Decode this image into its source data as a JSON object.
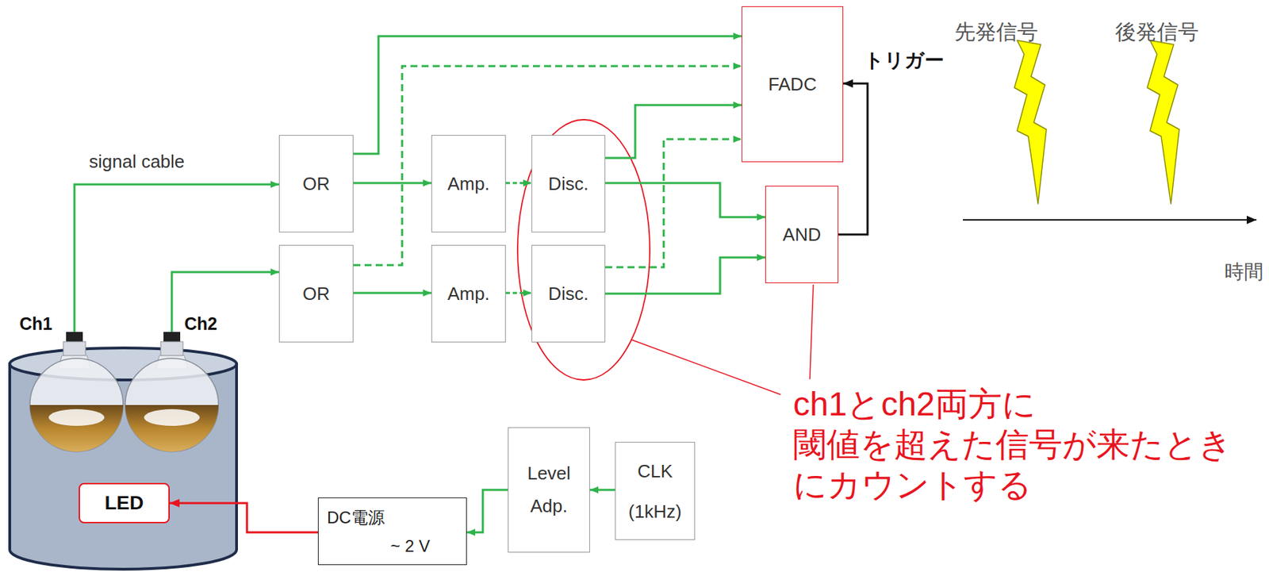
{
  "diagram": {
    "nodes": [
      {
        "text": [
          "FADC"
        ]
      },
      {
        "text": [
          "OR"
        ]
      },
      {
        "text": [
          "Amp."
        ]
      },
      {
        "text": [
          "Disc."
        ]
      },
      {
        "text": [
          "AND"
        ]
      },
      {
        "text": [
          "OR"
        ]
      },
      {
        "text": [
          "Amp."
        ]
      },
      {
        "text": [
          "Disc."
        ]
      },
      {
        "text": [
          "Level Adp."
        ]
      },
      {
        "text": [
          "CLK (1kHz)"
        ]
      },
      {
        "text": [
          "LED"
        ]
      },
      {
        "text": [
          "DC電源",
          "~ 2 V"
        ]
      }
    ],
    "edges": [
      {
        "from": 1,
        "to": 0,
        "arrow": "to"
      },
      {
        "from": 5,
        "to": 0,
        "arrow": "to"
      },
      {
        "from": 1,
        "to": 2,
        "arrow": "to"
      },
      {
        "from": 2,
        "to": 3,
        "arrow": "to"
      },
      {
        "from": 3,
        "to": 0,
        "arrow": "to"
      },
      {
        "from": 3,
        "to": 4,
        "arrow": "to"
      },
      {
        "from": 5,
        "to": 6,
        "arrow": "to"
      },
      {
        "from": 6,
        "to": 7,
        "arrow": "to"
      },
      {
        "from": 7,
        "to": 0,
        "arrow": "to"
      },
      {
        "from": 7,
        "to": 4,
        "arrow": "to"
      },
      {
        "from": 4,
        "to": 0,
        "arrow": "to"
      },
      {
        "from": 9,
        "to": 8,
        "arrow": "to"
      },
      {
        "from": 8,
        "to": 11,
        "arrow": "to"
      },
      {
        "from": 11,
        "to": 10,
        "arrow": "to"
      }
    ],
    "labels": [
      "先発信号",
      "後発信号",
      "トリガー",
      "signal cable",
      "時間",
      "Ch1",
      "Ch2",
      "ch1とch2両方に 閾値を超えた信号が来たとき にカウントする"
    ]
  }
}
